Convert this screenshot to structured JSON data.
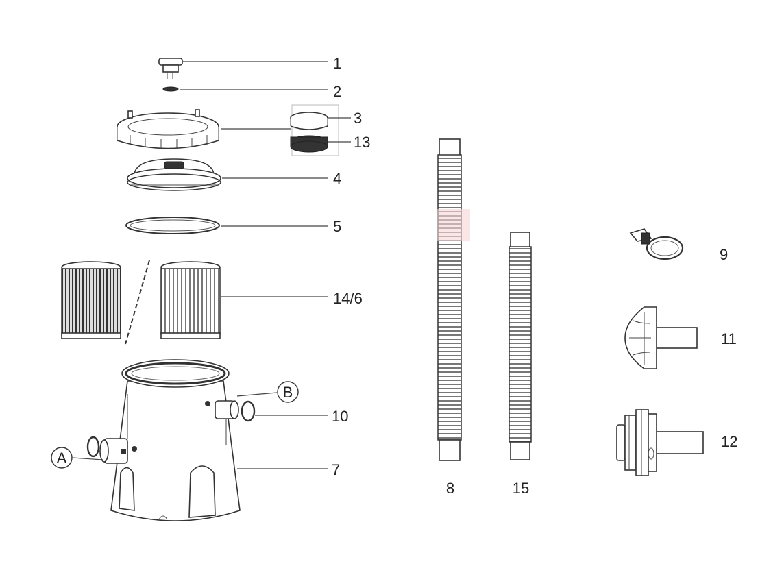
{
  "parts": [
    {
      "id": "p1",
      "label": "1"
    },
    {
      "id": "p2",
      "label": "2"
    },
    {
      "id": "p3",
      "label": "3"
    },
    {
      "id": "p13",
      "label": "13"
    },
    {
      "id": "p4",
      "label": "4"
    },
    {
      "id": "p5",
      "label": "5"
    },
    {
      "id": "p14_6",
      "label": "14/6"
    },
    {
      "id": "p10",
      "label": "10"
    },
    {
      "id": "p7",
      "label": "7"
    },
    {
      "id": "p8",
      "label": "8"
    },
    {
      "id": "p15",
      "label": "15"
    },
    {
      "id": "p9",
      "label": "9"
    },
    {
      "id": "p11",
      "label": "11"
    },
    {
      "id": "p12",
      "label": "12"
    }
  ],
  "ports": {
    "a": "A",
    "b": "B"
  },
  "colors": {
    "line": "#333333",
    "highlight": "#f6d6d6",
    "background": "#ffffff"
  }
}
